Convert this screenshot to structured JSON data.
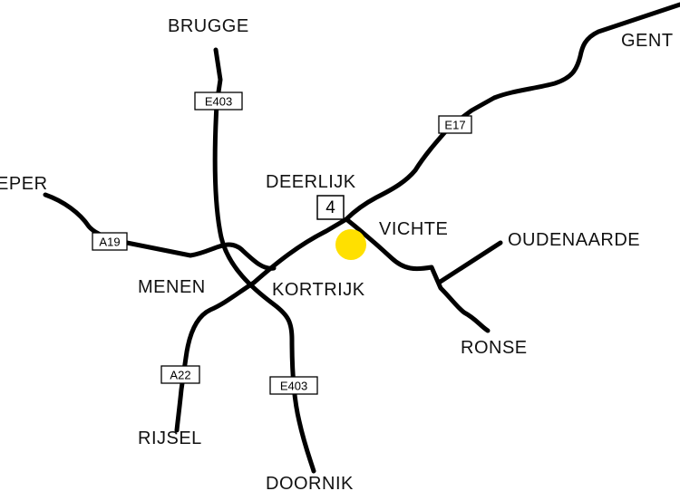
{
  "cities": {
    "brugge": "BRUGGE",
    "gent": "GENT",
    "ieper": "IEPER",
    "deerlijk": "DEERLIJK",
    "vichte": "VICHTE",
    "oudenaarde": "OUDENAARDE",
    "menen": "MENEN",
    "kortrijk": "KORTRIJK",
    "ronse": "RONSE",
    "rijsel": "RIJSEL",
    "doornik": "DOORNIK"
  },
  "roads": {
    "e403_north": "E403",
    "e403_south": "E403",
    "e17": "E17",
    "a19": "A19",
    "a22": "A22"
  },
  "exit": "4",
  "colors": {
    "location_marker": "#FFE000",
    "road": "#000000"
  }
}
